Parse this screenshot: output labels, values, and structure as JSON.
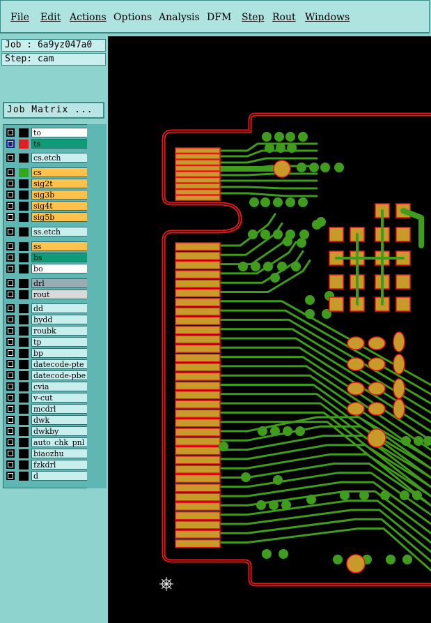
{
  "menu": [
    "File",
    "Edit",
    "Actions",
    "Options",
    "Analysis",
    "DFM",
    "Step",
    "Rout",
    "Windows"
  ],
  "job_label": "Job : 6a9yz047a0",
  "step_label": "Step: cam",
  "job_matrix_button": "Job Matrix ...",
  "layers": [
    {
      "name": "to",
      "color": "#ffffff",
      "swatch": "#000000"
    },
    {
      "name": "ts",
      "color": "#0f9a78",
      "swatch": "#e02020",
      "selected": true
    },
    {
      "name": "cs.etch",
      "color": "#c9eeee",
      "swatch": "#000000"
    },
    {
      "name": "cs",
      "color": "#ffc24d",
      "swatch": "#35a81a"
    },
    {
      "name": "sig2t",
      "color": "#ffc24d",
      "swatch": "#000000"
    },
    {
      "name": "sig3b",
      "color": "#ffc24d",
      "swatch": "#000000"
    },
    {
      "name": "sig4t",
      "color": "#ffc24d",
      "swatch": "#000000"
    },
    {
      "name": "sig5b",
      "color": "#ffc24d",
      "swatch": "#000000"
    },
    {
      "name": "ss.etch",
      "color": "#c9eeee",
      "swatch": "#000000"
    },
    {
      "name": "ss",
      "color": "#ffc24d",
      "swatch": "#000000"
    },
    {
      "name": "bs",
      "color": "#0f9a78",
      "swatch": "#000000"
    },
    {
      "name": "bo",
      "color": "#ffffff",
      "swatch": "#000000"
    },
    {
      "name": "drl",
      "color": "#9aacb3",
      "swatch": "#000000"
    },
    {
      "name": "rout",
      "color": "#d9d9d9",
      "swatch": "#000000"
    },
    {
      "name": "dd",
      "color": "#c9eeee",
      "swatch": "#000000"
    },
    {
      "name": "hydd",
      "color": "#c9eeee",
      "swatch": "#000000"
    },
    {
      "name": "roubk",
      "color": "#c9eeee",
      "swatch": "#000000"
    },
    {
      "name": "tp",
      "color": "#c9eeee",
      "swatch": "#000000"
    },
    {
      "name": "bp",
      "color": "#c9eeee",
      "swatch": "#000000"
    },
    {
      "name": "datecode-pte",
      "color": "#c9eeee",
      "swatch": "#000000"
    },
    {
      "name": "datecode-pbe",
      "color": "#c9eeee",
      "swatch": "#000000"
    },
    {
      "name": "cvia",
      "color": "#c9eeee",
      "swatch": "#000000"
    },
    {
      "name": "v-cut",
      "color": "#c9eeee",
      "swatch": "#000000"
    },
    {
      "name": "mcdrl",
      "color": "#c9eeee",
      "swatch": "#000000"
    },
    {
      "name": "dwk",
      "color": "#c9eeee",
      "swatch": "#000000"
    },
    {
      "name": "dwkby",
      "color": "#c9eeee",
      "swatch": "#000000"
    },
    {
      "name": "auto_chk_pnl",
      "color": "#c9eeee",
      "swatch": "#000000"
    },
    {
      "name": "biaozhu",
      "color": "#c9eeee",
      "swatch": "#000000"
    },
    {
      "name": "fzkdrl",
      "color": "#c9eeee",
      "swatch": "#000000"
    },
    {
      "name": "d",
      "color": "#c9eeee",
      "swatch": "#000000"
    }
  ],
  "canvas_icons": [
    "crosshair-icon"
  ]
}
